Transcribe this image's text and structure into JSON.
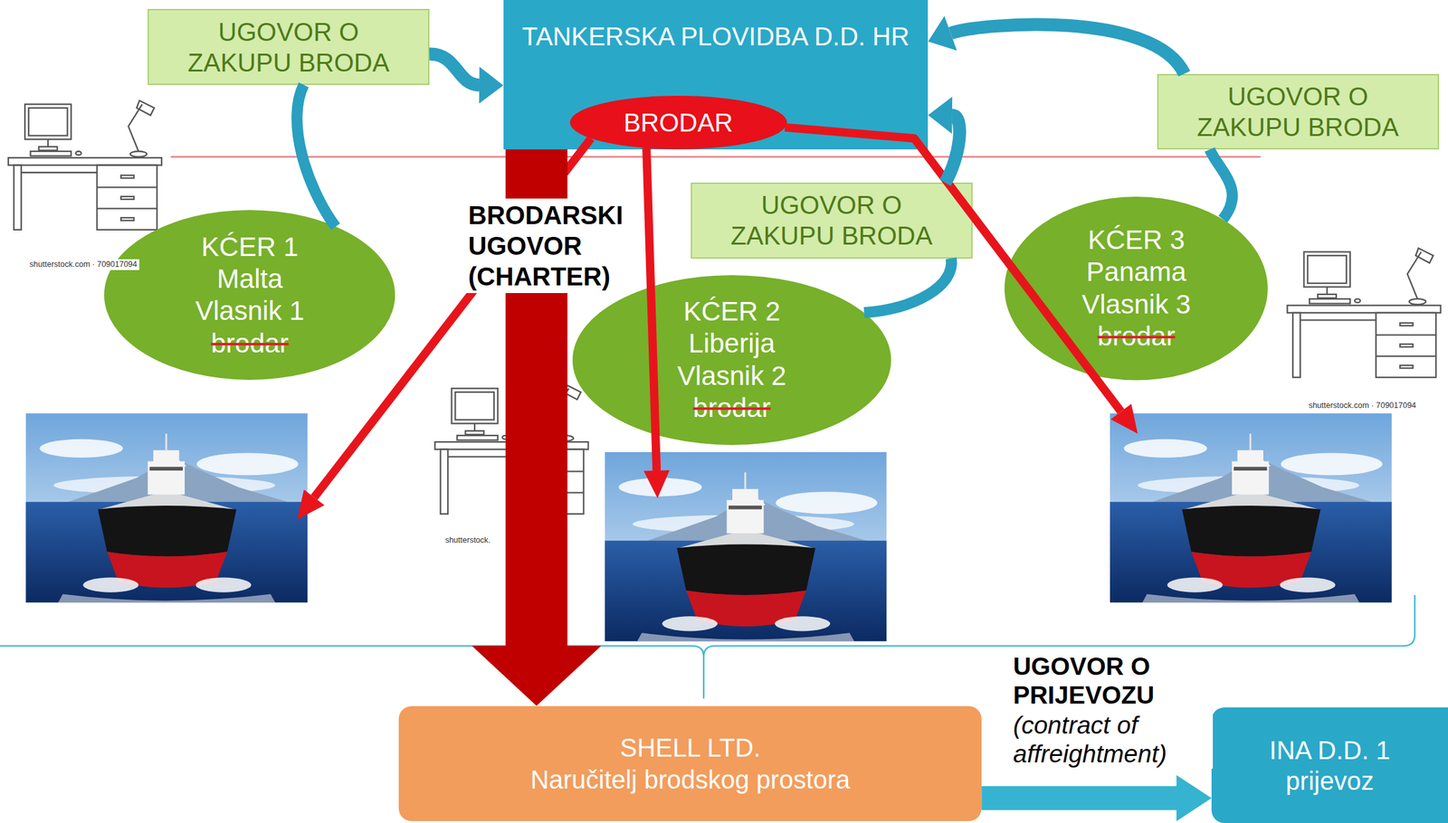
{
  "diagram": {
    "nodes": [
      {
        "text": [
          "UGOVOR O ZAKUPU BRODA"
        ]
      },
      {
        "text": [
          "TANKERSKA PLOVIDBA D.D. HR"
        ]
      },
      {
        "text": [
          "BRODAR"
        ],
        "in": 1
      },
      {
        "text": [
          "UGOVOR O ZAKUPU BRODA"
        ]
      },
      {
        "text": [
          "UGOVOR O ZAKUPU BRODA"
        ]
      },
      {
        "text": [
          "KĆER 1 Malta Vlasnik 1",
          "brodar"
        ]
      },
      {
        "text": [
          "KĆER 2 Liberija Vlasnik 2",
          "brodar"
        ]
      },
      {
        "text": [
          "KĆER 3 Panama Vlasnik 3",
          "brodar"
        ]
      },
      {
        "text": [
          "SHELL LTD.",
          "Naručitelj brodskog prostora"
        ]
      },
      {
        "text": [
          "INA D.D. 1 prijevoz"
        ]
      }
    ],
    "edges": [
      {
        "from": 0,
        "to": 1,
        "arrow": "to"
      },
      {
        "from": 5,
        "to": 0,
        "arrow": "none"
      },
      {
        "from": 4,
        "to": 1,
        "arrow": "to"
      },
      {
        "from": 6,
        "to": 4,
        "arrow": "none"
      },
      {
        "from": 3,
        "to": 1,
        "arrow": "to"
      },
      {
        "from": 7,
        "to": 3,
        "arrow": "none"
      },
      {
        "from": 1,
        "to": 8,
        "label": "BRODARSKI UGOVOR (CHARTER)",
        "arrow": "to"
      },
      {
        "from": 8,
        "to": 9,
        "label": "UGOVOR O PRIJEVOZU",
        "arrow": "to"
      }
    ],
    "labels": [
      "(contract of affreightment)",
      "shutterstock.com · 709017094",
      "shutterstock.",
      "shutterstock.com · 709017094"
    ]
  }
}
